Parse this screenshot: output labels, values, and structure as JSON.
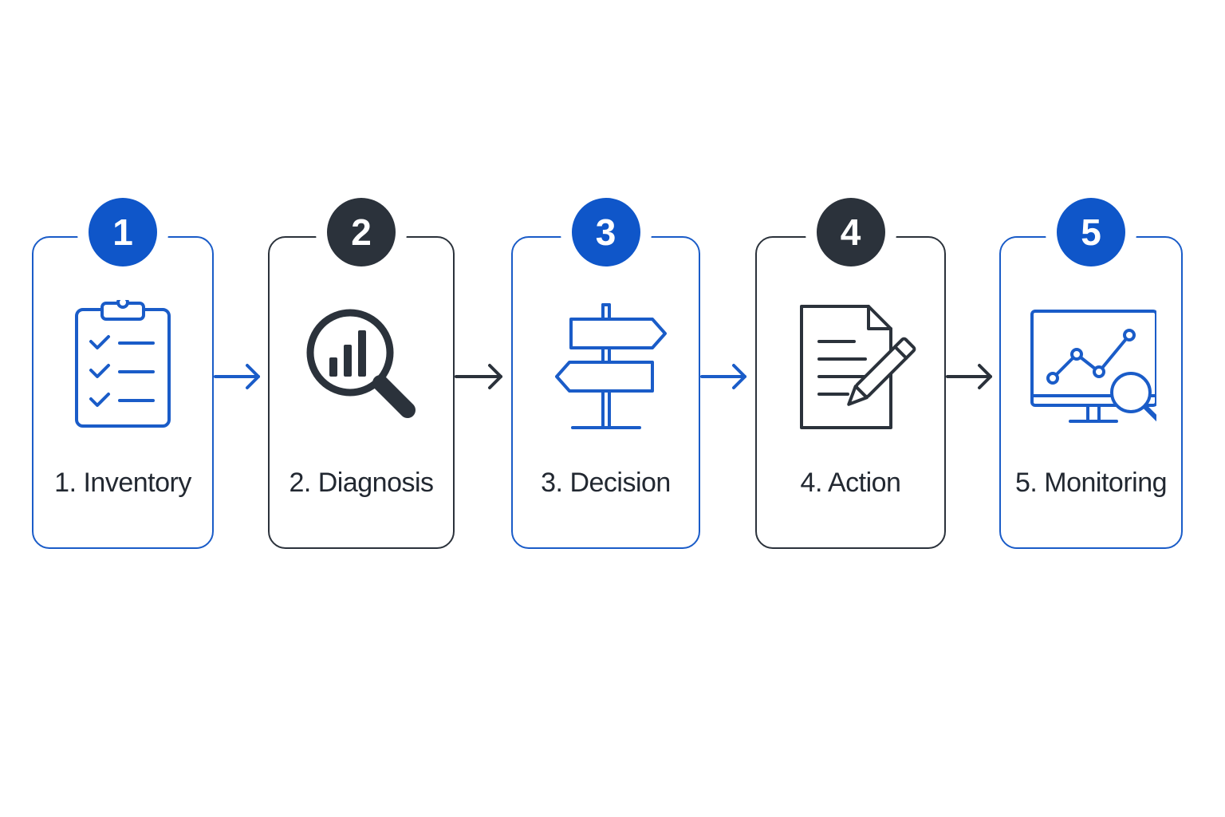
{
  "steps": [
    {
      "number": "1",
      "label": "1. Inventory",
      "icon": "clipboard-checklist-icon",
      "color": "#1a5cc8"
    },
    {
      "number": "2",
      "label": "2. Diagnosis",
      "icon": "magnifier-bar-chart-icon",
      "color": "#2b323b"
    },
    {
      "number": "3",
      "label": "3. Decision",
      "icon": "signpost-icon",
      "color": "#1a5cc8"
    },
    {
      "number": "4",
      "label": "4. Action",
      "icon": "document-pencil-icon",
      "color": "#2b323b"
    },
    {
      "number": "5",
      "label": "5. Monitoring",
      "icon": "monitor-analytics-icon",
      "color": "#1a5cc8"
    }
  ],
  "colors": {
    "blue": "#1a5cc8",
    "dark": "#2b323b",
    "badge_blue": "#0f56c9"
  }
}
